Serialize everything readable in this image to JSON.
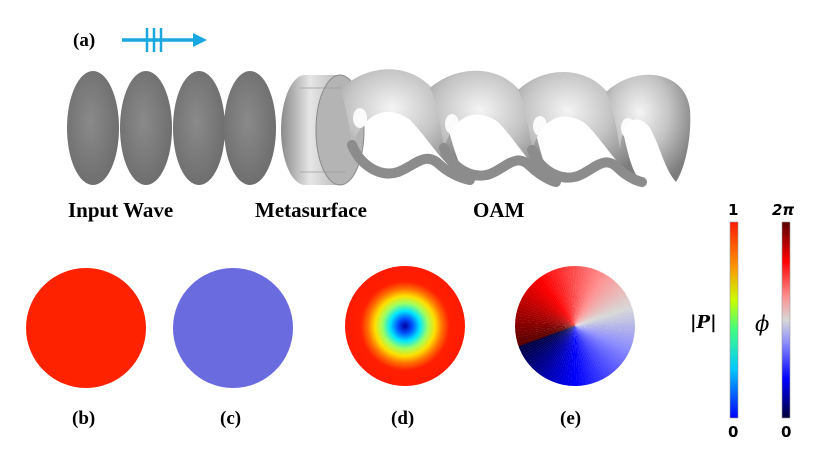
{
  "panel_a": {
    "label": "(a)",
    "captions": {
      "input": "Input Wave",
      "meta": "Metasurface",
      "oam": "OAM"
    }
  },
  "panels": {
    "b": {
      "label": "(b)",
      "fill": "#ff2200"
    },
    "c": {
      "label": "(c)",
      "fill": "#6b6be0"
    },
    "d": {
      "label": "(d)"
    },
    "e": {
      "label": "(e)"
    }
  },
  "colorbars": {
    "amplitude": {
      "max": "1",
      "min": "0",
      "symbol": "|P|"
    },
    "phase": {
      "max": "2π",
      "min": "0",
      "symbol": "ϕ"
    }
  },
  "colors": {
    "arrow": "#1aa7e0",
    "wave_gray": "#7a7a7a"
  }
}
